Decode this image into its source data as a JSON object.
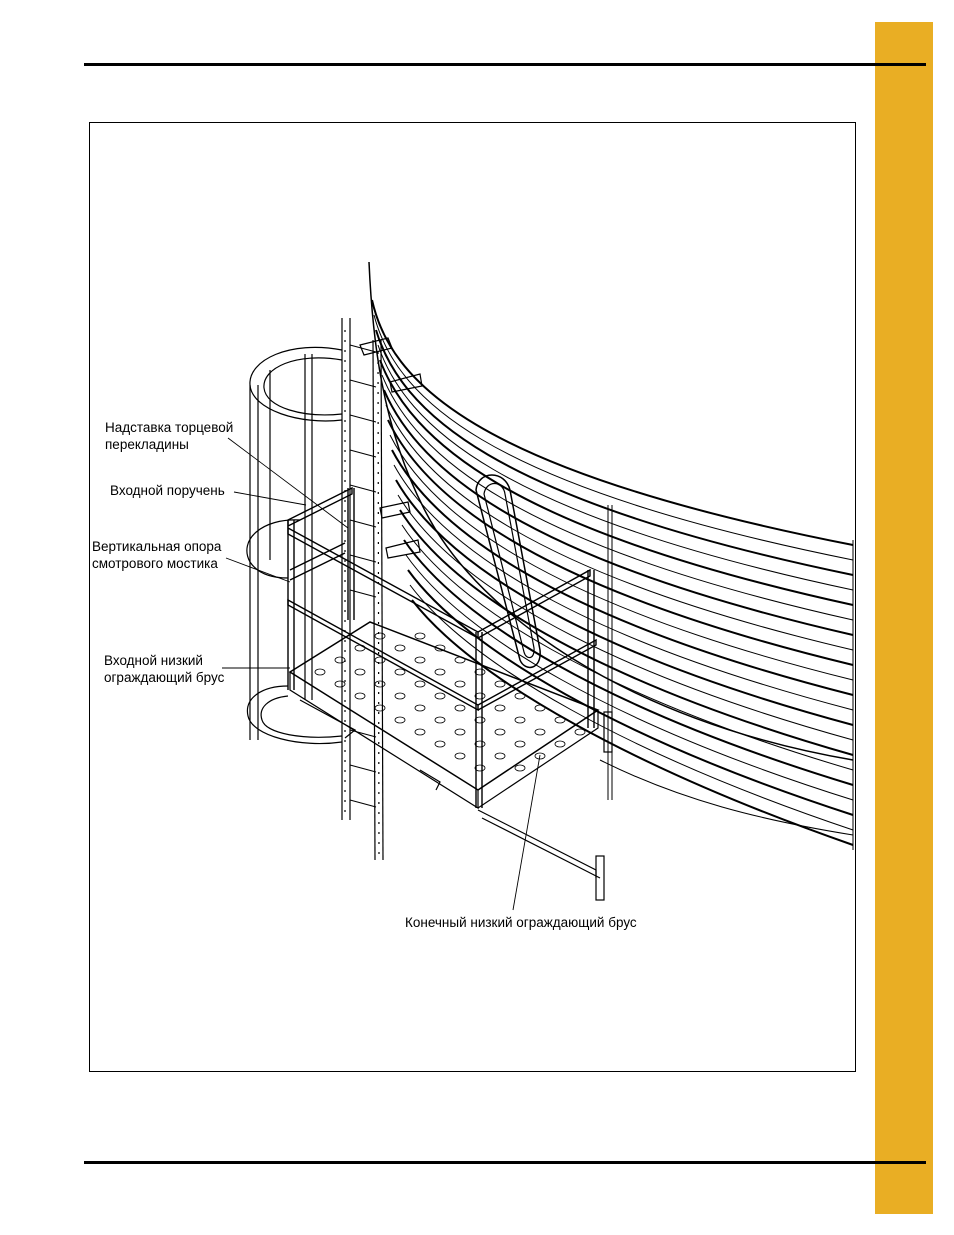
{
  "colors": {
    "accent_tab": "#e9ae24",
    "rule": "#000000"
  },
  "callouts": {
    "end_rung_extension": [
      "Надставка торцевой",
      "перекладины"
    ],
    "entry_handrail": "Входной поручень",
    "vertical_support": [
      "Вертикальная опора",
      "смотрового мостика"
    ],
    "entry_toe_board": [
      "Входной низкий",
      "ограждающий брус"
    ],
    "end_toe_board": "Конечный низкий ограждающий брус"
  }
}
